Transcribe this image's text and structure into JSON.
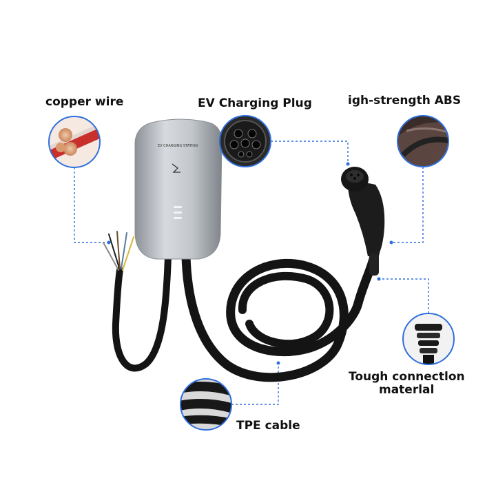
{
  "labels": {
    "copper_wire": "copper wire",
    "ev_plug": "EV Charging Plug",
    "abs": "igh-strength ABS",
    "tough_line1": "Tough connectlon",
    "tough_line2": "materlal",
    "tpe": "TPE cable"
  },
  "device": {
    "station_text": "EV CHARGING STATION"
  },
  "colors": {
    "callout_ring": "#2f6fdc",
    "leader_line": "#2f6fdc",
    "cable": "#141414",
    "housing": "#a9aeb3",
    "background": "#ffffff"
  }
}
